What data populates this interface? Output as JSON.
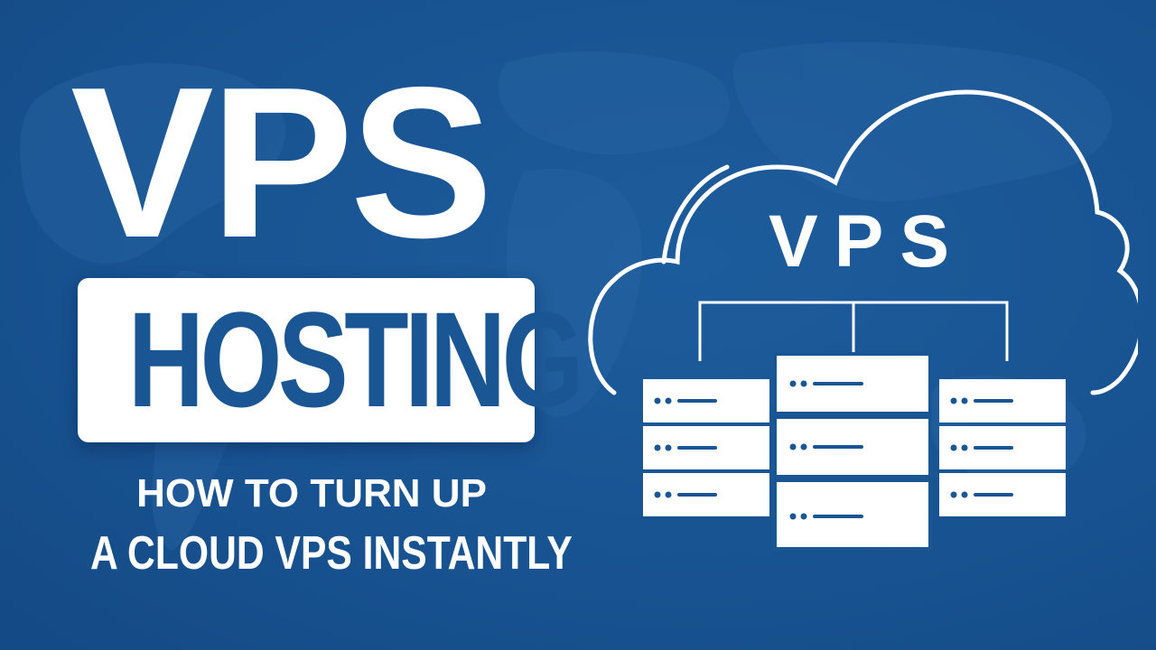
{
  "title": {
    "main": "VPS",
    "boxed": "HOSTING"
  },
  "subtitle": {
    "line1": "HOW TO TURN UP",
    "line2": "A CLOUD VPS INSTANTLY"
  },
  "illustration": {
    "cloud_label": "VPS",
    "server_stacks": [
      {
        "units": 3
      },
      {
        "units": 3
      },
      {
        "units": 3
      }
    ]
  },
  "colors": {
    "background": "#1a5694",
    "foreground": "#ffffff",
    "accent_text": "#1a5694"
  }
}
